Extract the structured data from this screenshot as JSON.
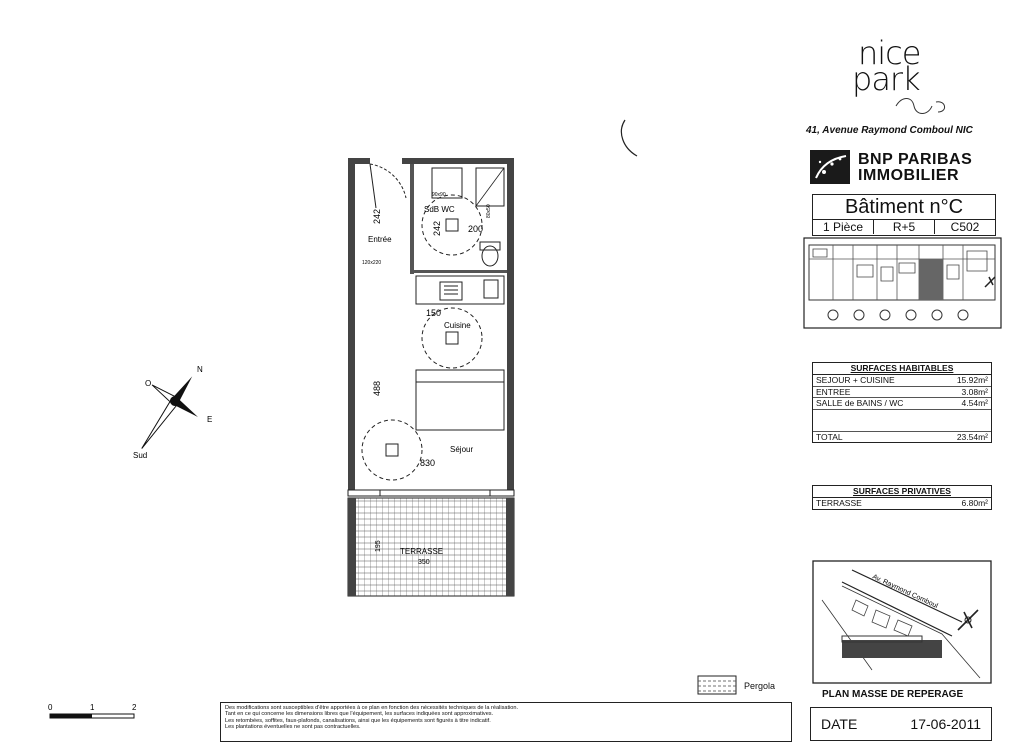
{
  "logo": {
    "line1": "nice",
    "line2": "park"
  },
  "address": "41, Avenue Raymond Comboul NIC",
  "promoter": {
    "line1": "BNP PARIBAS",
    "line2": "IMMOBILIER"
  },
  "building": {
    "title": "Bâtiment n°C",
    "type": "1 Pièce",
    "floor": "R+5",
    "lot": "C502"
  },
  "surfaces_habitables": {
    "title": "SURFACES HABITABLES",
    "rows": [
      {
        "label": "SEJOUR + CUISINE",
        "value": "15.92m²"
      },
      {
        "label": "ENTREE",
        "value": "3.08m²"
      },
      {
        "label": "SALLE de BAINS / WC",
        "value": "4.54m²"
      },
      {
        "label": "",
        "value": ""
      },
      {
        "label": "TOTAL",
        "value": "23.54m²"
      }
    ]
  },
  "surfaces_privatives": {
    "title": "SURFACES PRIVATIVES",
    "rows": [
      {
        "label": "TERRASSE",
        "value": "6.80m²"
      }
    ]
  },
  "site_plan": {
    "street_label": "Av. Raymond Comboul",
    "caption": "PLAN MASSE DE REPERAGE"
  },
  "date": {
    "label": "DATE",
    "value": "17-06-2011"
  },
  "legend": {
    "pergola": "Pergola"
  },
  "scale": {
    "t0": "0",
    "t1": "1",
    "t2": "2"
  },
  "compass": {
    "n": "N",
    "o": "O",
    "e": "E",
    "s": "Sud"
  },
  "plan": {
    "rooms": {
      "entree": "Entrée",
      "sdb_wc": "SdB  WC",
      "cuisine": "Cuisine",
      "sejour": "Séjour",
      "terrasse": "TERRASSE"
    },
    "dims": {
      "entree_h": "242",
      "sdb_h": "242",
      "sdb_w": "200",
      "cuisine_w": "150",
      "sejour_h": "488",
      "sejour_w": "830",
      "terrasse_w": "350",
      "terrasse_h": "195",
      "door": "120x220",
      "shower": "90x90",
      "basin": "80x50"
    }
  },
  "notes": [
    "Des modifications sont susceptibles d'être apportées à ce plan en fonction des nécessités techniques de la réalisation.",
    "Tant en ce qui concerne les dimensions libres que l'équipement, les surfaces indiquées sont approximatives.",
    "Les retombées, soffites, faux-plafonds, canalisations, ainsi que les équipements sont figurés à titre indicatif.",
    "Les plantations éventuelles ne sont pas contractuelles."
  ],
  "colors": {
    "ink": "#111111",
    "wall": "#444444",
    "hatch": "#555555"
  }
}
